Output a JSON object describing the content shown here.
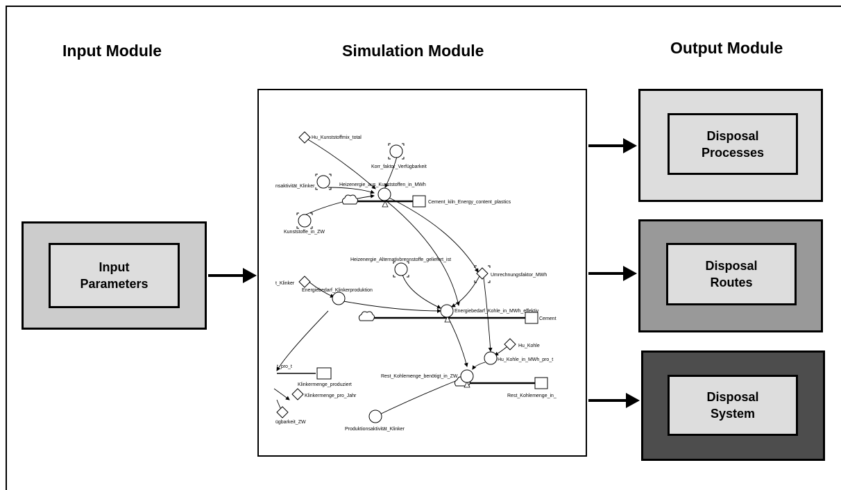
{
  "modules": {
    "input_title": "Input Module",
    "simulation_title": "Simulation Module",
    "output_title": "Output Module"
  },
  "input_box": {
    "line1": "Input",
    "line2": "Parameters"
  },
  "output_boxes": [
    {
      "line1": "Disposal",
      "line2": "Processes",
      "fill": "#dddddd"
    },
    {
      "line1": "Disposal",
      "line2": "Routes",
      "fill": "#999999"
    },
    {
      "line1": "Disposal",
      "line2": "System",
      "fill": "#4d4d4d"
    }
  ],
  "colors": {
    "input_outer": "#cccccc",
    "inner": "#dddddd"
  },
  "model_labels": {
    "hu_kunststoffmix": "Hu_Kunststoffmix_total",
    "korr_faktor": "Korr_faktor_Verfügbarkeit",
    "produktionsaktivitaet_top": "nsaktivität_Klinker",
    "heizenergie_kunststoffe": "Heizenergie_aus_Kunststoffen_in_MWh",
    "cement_kiln_energy": "Cement_kiln_Energy_content_plastics",
    "kunststoffe_zw": "Kunststoffe_in_ZW",
    "heizenergie_alt": "Heizenergie_Alternativbrennstoffe_geliefert_ist",
    "umrechnungsfaktor": "Umrechnungsfaktor_MWh",
    "klinker_left": "t_Klinker",
    "energiebedarf_klinker": "Energiebedarf_Klinkerproduktion",
    "energiebedarf_kohle": "Energiebedarf_Kohle_in_MWh_effektiv",
    "cement_right": "Cement",
    "hu_kohle": "Hu_Kohle",
    "hu_kohle_mwh": "Hu_Kohle_in_MWh_pro_t",
    "pro_t": "t_pro_t",
    "klinkermenge_produziert": "Klinkermenge_produziert",
    "rest_kohle_benoetigt": "Rest_Kohlemenge_benötigt_in_ZW",
    "rest_kohle_in": "Rest_Kohlemenge_in_",
    "klinkermenge_jahr": "Klinkermenge_pro_Jahr",
    "verfuegbarkeit_zw": "ügbarkeit_ZW",
    "produktionsaktivitaet_bottom": "Produktionsaktivität_Klinker"
  }
}
